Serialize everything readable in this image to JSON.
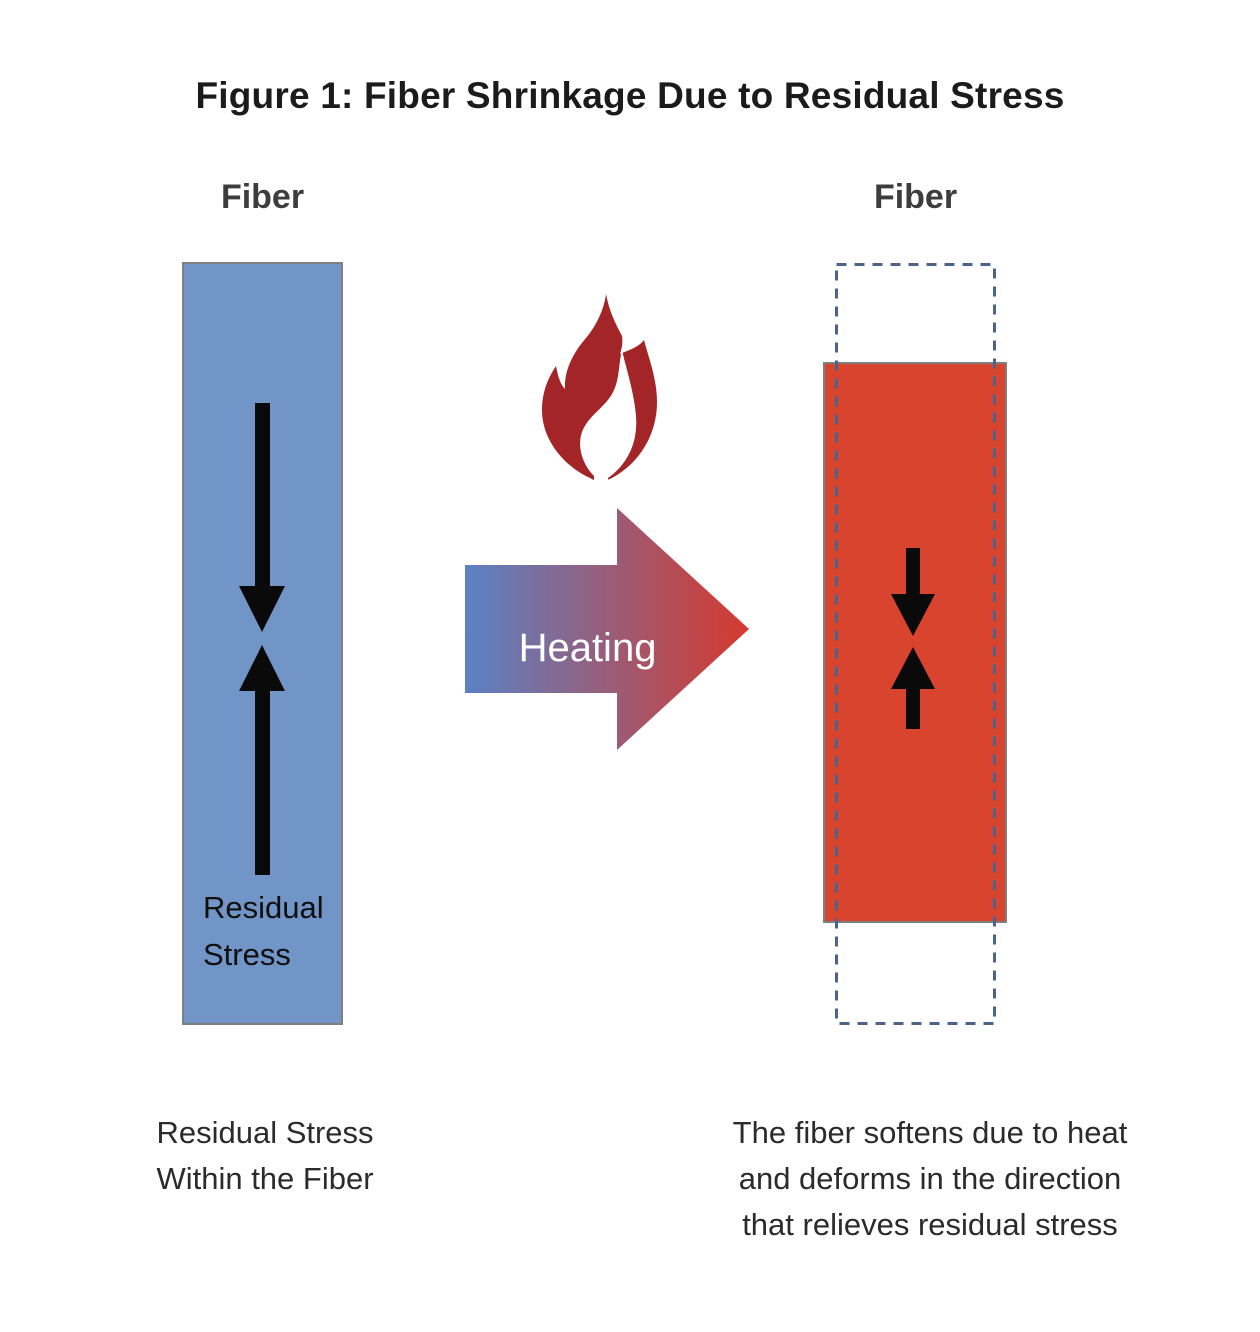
{
  "title": "Figure 1: Fiber Shrinkage Due to Residual Stress",
  "before": {
    "header": "Fiber",
    "stress_label": {
      "line1": "Residual",
      "line2": "Stress"
    },
    "caption": {
      "line1": "Residual Stress",
      "line2": "Within the Fiber"
    }
  },
  "process": {
    "arrow_label": "Heating"
  },
  "after": {
    "header": "Fiber",
    "caption": {
      "line1": "The fiber softens due to heat",
      "line2": "and deforms in the direction",
      "line3": "that relieves residual stress"
    }
  },
  "colors": {
    "fiber_before_fill": "#7295C7",
    "fiber_after_fill": "#D9442F",
    "fiber_border": "#7F7F7F",
    "original_outline_dashed": "#4C6489",
    "flame": "#A32528",
    "heating_gradient_start": "#5A82C5",
    "heating_gradient_end": "#D6392E",
    "stress_arrow": "#0A0A0A",
    "heating_text": "#FFFFFF"
  }
}
